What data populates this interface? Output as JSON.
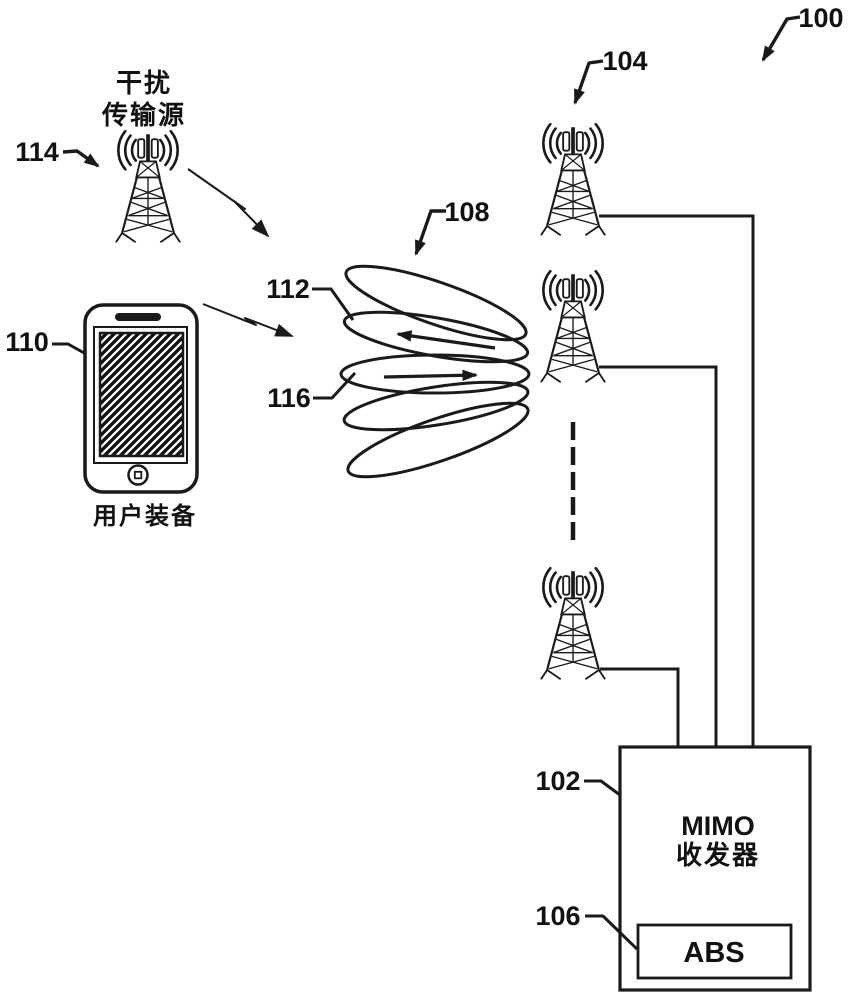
{
  "figure": {
    "background": "#ffffff",
    "line_color": "#111111"
  },
  "ref_labels": {
    "n100": "100",
    "n102": "102",
    "n104": "104",
    "n106": "106",
    "n108": "108",
    "n110": "110",
    "n112": "112",
    "n114": "114",
    "n116": "116"
  },
  "texts": {
    "interference_source_line1": "干扰",
    "interference_source_line2": "传输源",
    "user_equipment": "用户装备",
    "mimo_line1": "MIMO",
    "mimo_line2": "收发器",
    "abs": "ABS"
  }
}
